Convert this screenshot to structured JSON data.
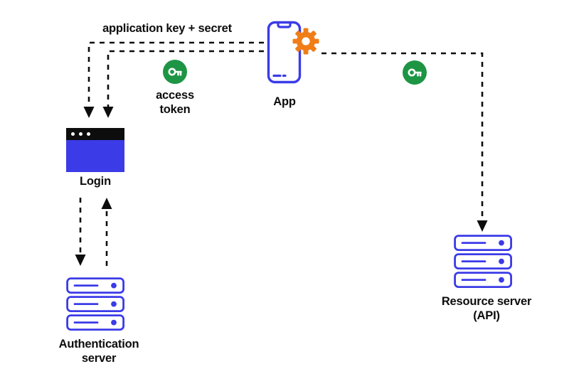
{
  "diagram": {
    "title": "OAuth application authorization flow",
    "background": "#ffffff",
    "colors": {
      "blue": "#3b3be8",
      "orange": "#f07d18",
      "green": "#1d9544",
      "black": "#0d0d0d",
      "white": "#ffffff"
    }
  },
  "labels": {
    "application_key_secret": "application key + secret",
    "access_token": "access\ntoken",
    "app": "App",
    "login": "Login",
    "authentication_server": "Authentication\nserver",
    "resource_server": "Resource server\n(API)"
  },
  "nodes": [
    {
      "id": "app",
      "type": "mobile-phone-with-gear",
      "label": "App"
    },
    {
      "id": "login",
      "type": "browser-window",
      "label": "Login"
    },
    {
      "id": "auth-server",
      "type": "server-rack",
      "label": "Authentication\nserver"
    },
    {
      "id": "resource-server",
      "type": "server-rack",
      "label": "Resource server\n(API)"
    }
  ],
  "badges": [
    {
      "id": "access-token-badge",
      "icon": "key-icon",
      "color": "#1d9544",
      "label": "access\ntoken"
    },
    {
      "id": "resource-token-badge",
      "icon": "key-icon",
      "color": "#1d9544",
      "label": ""
    }
  ],
  "connectors": [
    {
      "id": "app-to-login-outer",
      "style": "dashed",
      "from": "app",
      "to": "login",
      "arrowhead": "down",
      "annotation": "application key + secret"
    },
    {
      "id": "app-to-login-inner",
      "style": "dashed",
      "from": "app",
      "to": "login",
      "arrowhead": "down",
      "annotation": "access token"
    },
    {
      "id": "login-to-auth",
      "style": "dashed",
      "from": "login",
      "to": "auth-server",
      "arrowhead": "down"
    },
    {
      "id": "auth-to-login",
      "style": "dashed",
      "from": "auth-server",
      "to": "login",
      "arrowhead": "up"
    },
    {
      "id": "app-to-resource",
      "style": "dashed",
      "from": "app",
      "to": "resource-server",
      "arrowhead": "down"
    }
  ]
}
